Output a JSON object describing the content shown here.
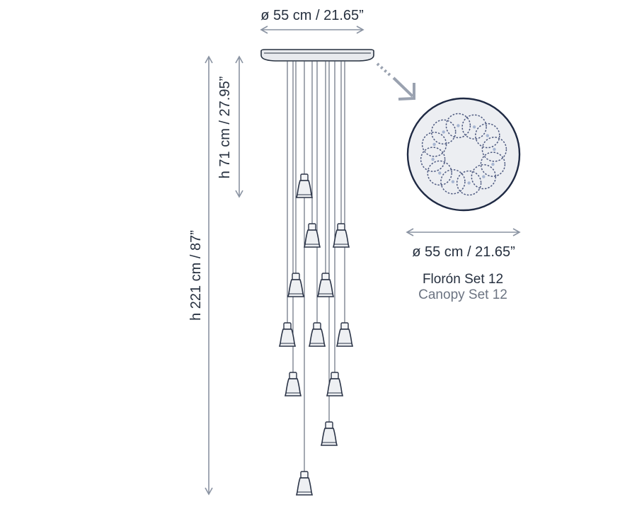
{
  "dimensions": {
    "top_diameter": "ø 55 cm / 21.65”",
    "canopy_height": "h 71 cm / 27.95”",
    "total_height": "h 221 cm / 87”",
    "detail_diameter": "ø 55 cm / 21.65”"
  },
  "canopy_label": {
    "title": "Florón Set 12",
    "subtitle": "Canopy Set 12"
  },
  "pendant_count": 12,
  "colors": {
    "line": "#26303f",
    "arrow": "#8a93a2",
    "canopy_fill": "#e8eaee",
    "detail_circle": "#1f2a44",
    "hole_outline": "#4e5a80"
  },
  "icons": {
    "zoom_arrow": "dotted-diagonal-arrow-icon"
  }
}
